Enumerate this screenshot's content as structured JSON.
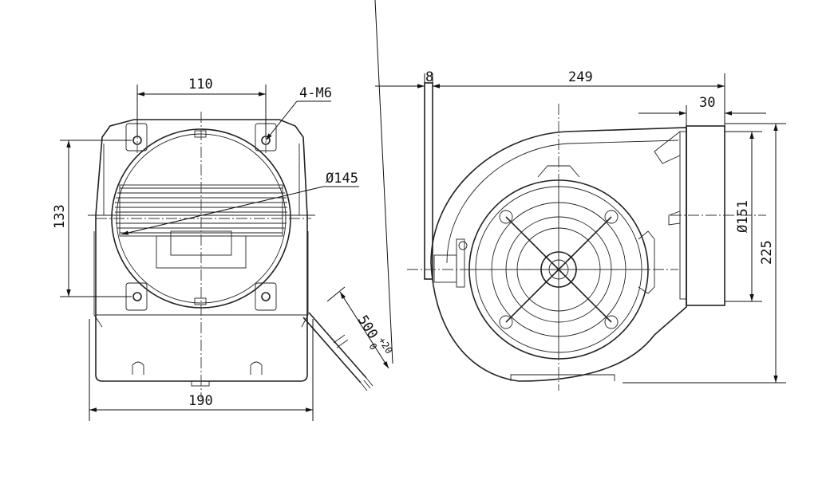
{
  "dimensions": {
    "front_width_top": "110",
    "thread": "4-M6",
    "diameter_inlet": "Ø145",
    "height_left": "133",
    "width_bottom": "190",
    "cable_length": "500",
    "cable_tol_plus": "+20",
    "cable_tol_minus": "0",
    "side_top_small": "8",
    "side_top_length": "249",
    "side_flange": "30",
    "outlet_diameter": "Ø151",
    "total_height": "225"
  },
  "colors": {
    "line": "#222222",
    "background": "#ffffff"
  }
}
